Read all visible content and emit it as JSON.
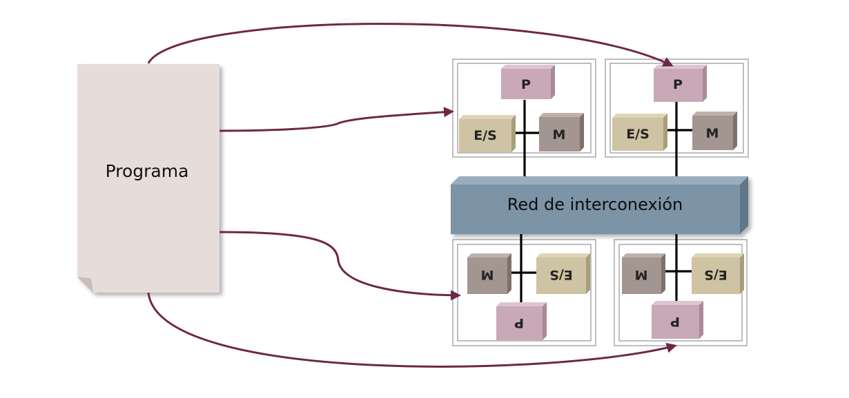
{
  "program": {
    "label": "Programa"
  },
  "network": {
    "label": "Red de interconexión"
  },
  "nodes": [
    {
      "processor": "P",
      "memory": "M",
      "io": "E/S"
    },
    {
      "processor": "P",
      "memory": "M",
      "io": "E/S"
    },
    {
      "processor": "P",
      "memory": "M",
      "io": "E/S"
    },
    {
      "processor": "P",
      "memory": "M",
      "io": "E/S"
    }
  ],
  "colors": {
    "arrow": "#6e2648",
    "program_document": "#e6ddda",
    "network": "#7d93a6",
    "processor": "#c9a8b8",
    "memory": "#a3958f",
    "io": "#cec3a2"
  }
}
